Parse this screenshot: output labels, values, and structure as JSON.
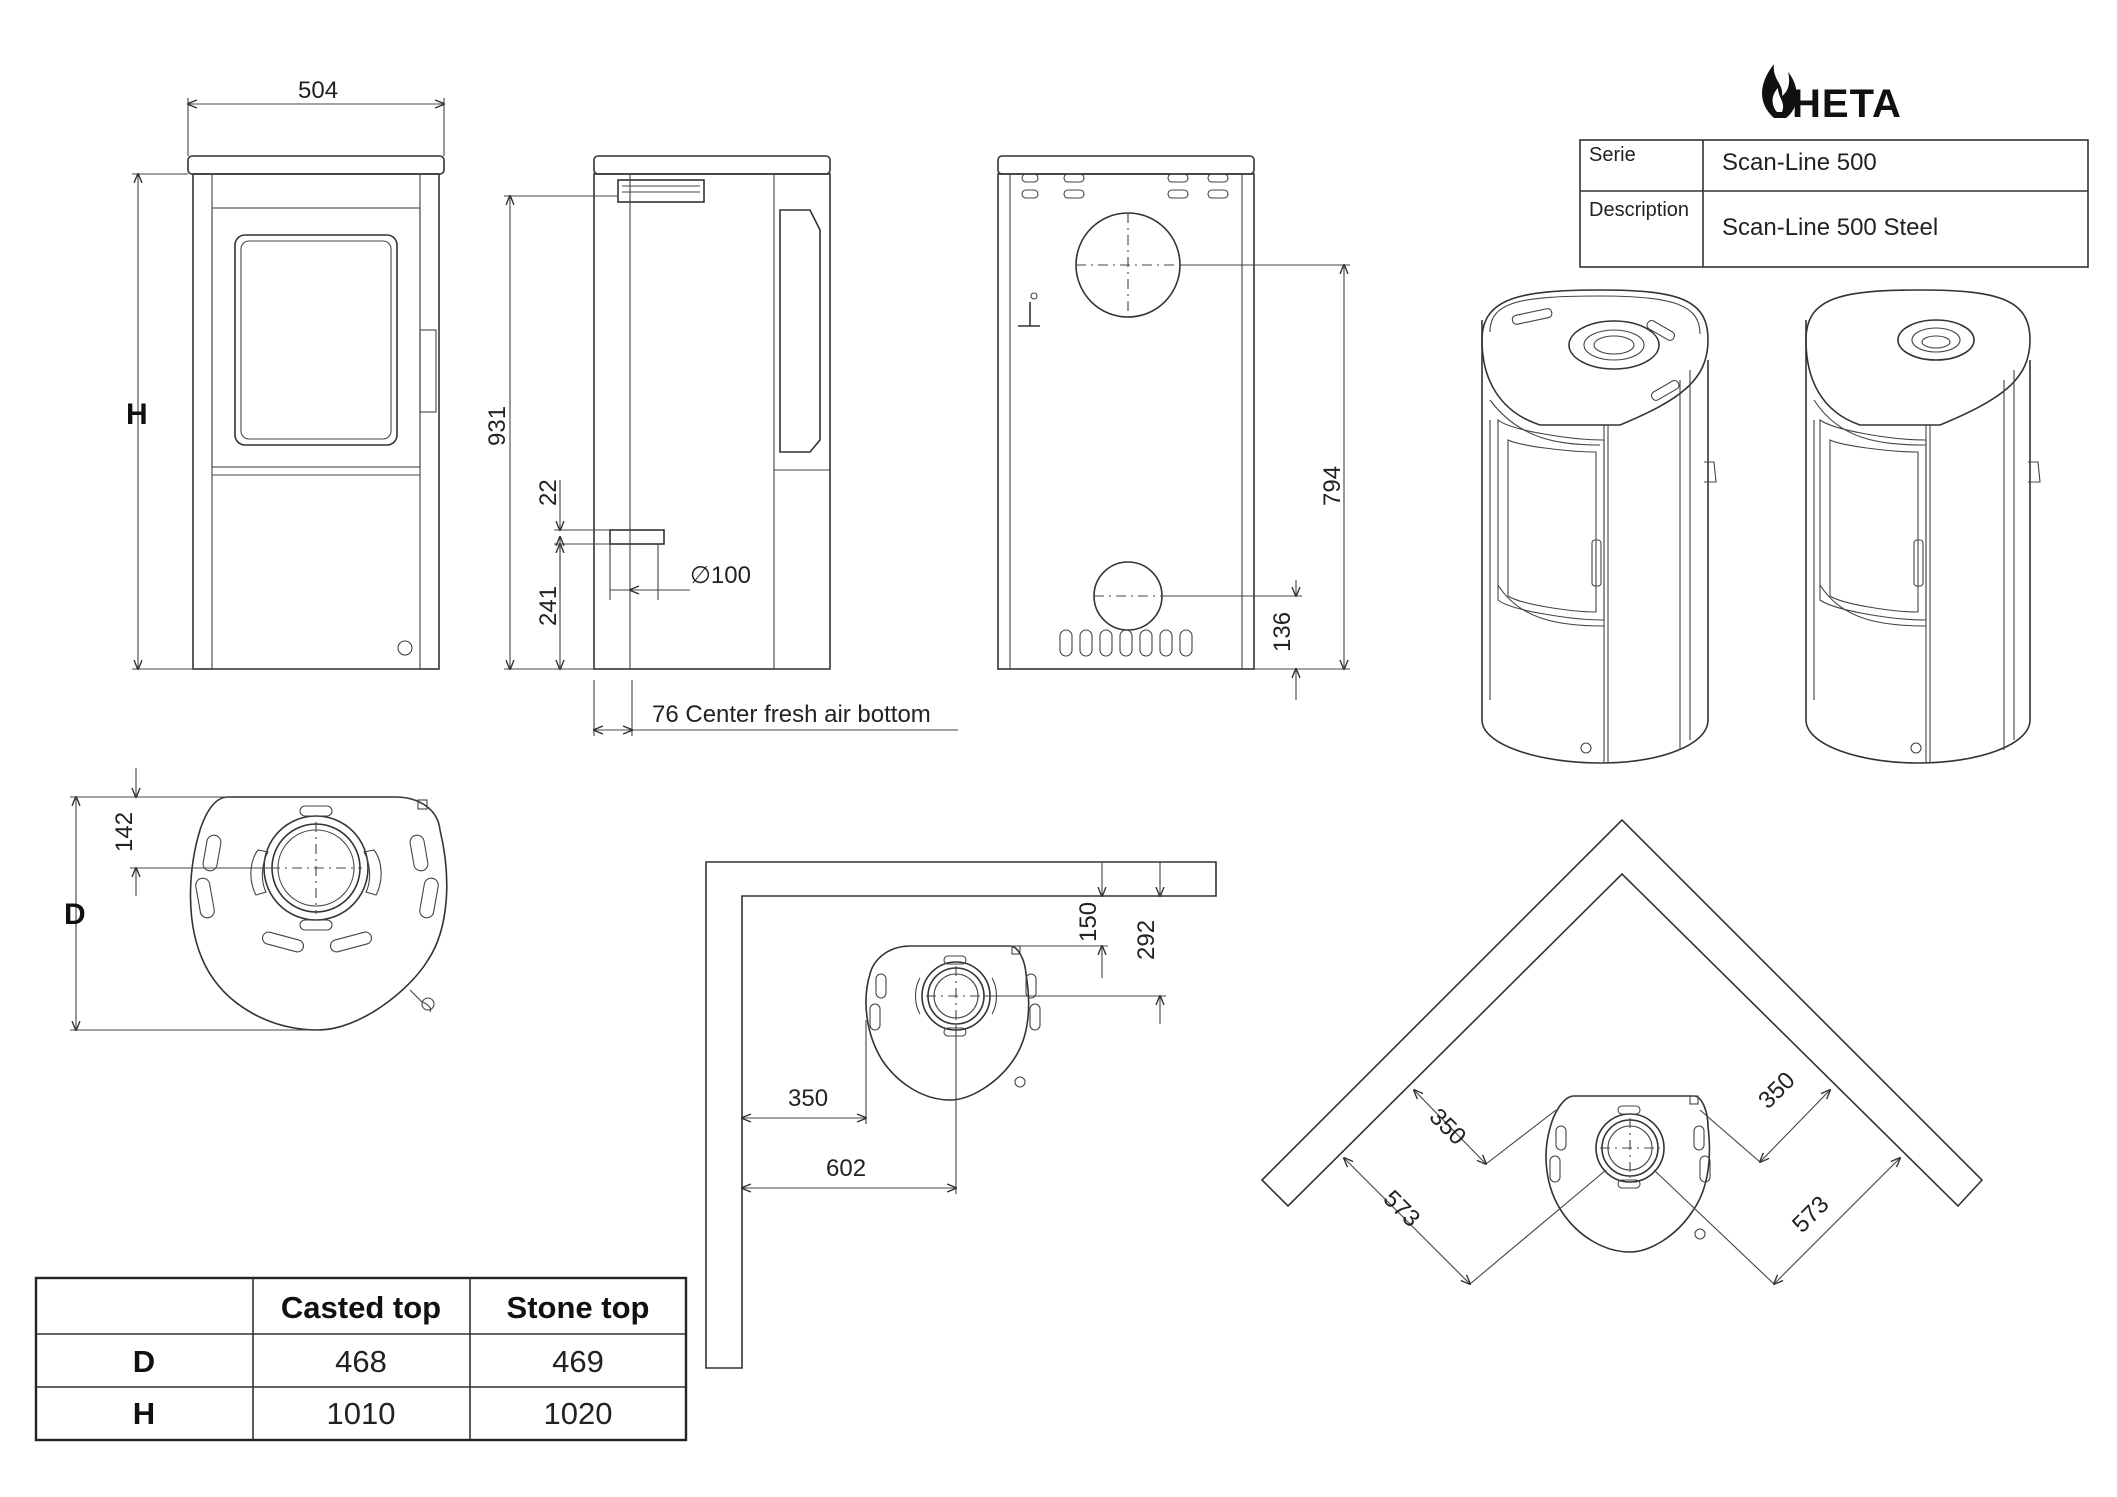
{
  "brand": {
    "name": "HETA"
  },
  "info_table": {
    "serie_label": "Serie",
    "serie_value": "Scan-Line 500",
    "description_label": "Description",
    "description_value": "Scan-Line 500 Steel"
  },
  "front_view": {
    "width_dim": "504",
    "height_label": "H"
  },
  "side_view": {
    "height_dim": "931",
    "dim_22": "22",
    "dim_241": "241",
    "diameter": "∅100",
    "fresh_air_note": "76 Center fresh air bottom"
  },
  "back_view": {
    "dim_794": "794",
    "dim_136": "136"
  },
  "top_view": {
    "depth_label": "D",
    "dim_142": "142"
  },
  "wall_view": {
    "dim_150": "150",
    "dim_292": "292",
    "dim_350": "350",
    "dim_602": "602"
  },
  "corner_view": {
    "dim_350_left": "350",
    "dim_350_right": "350",
    "dim_573_left": "573",
    "dim_573_right": "573"
  },
  "dimension_table": {
    "headers": [
      "",
      "Casted top",
      "Stone top"
    ],
    "rows": [
      {
        "label": "D",
        "casted": "468",
        "stone": "469"
      },
      {
        "label": "H",
        "casted": "1010",
        "stone": "1020"
      }
    ]
  }
}
